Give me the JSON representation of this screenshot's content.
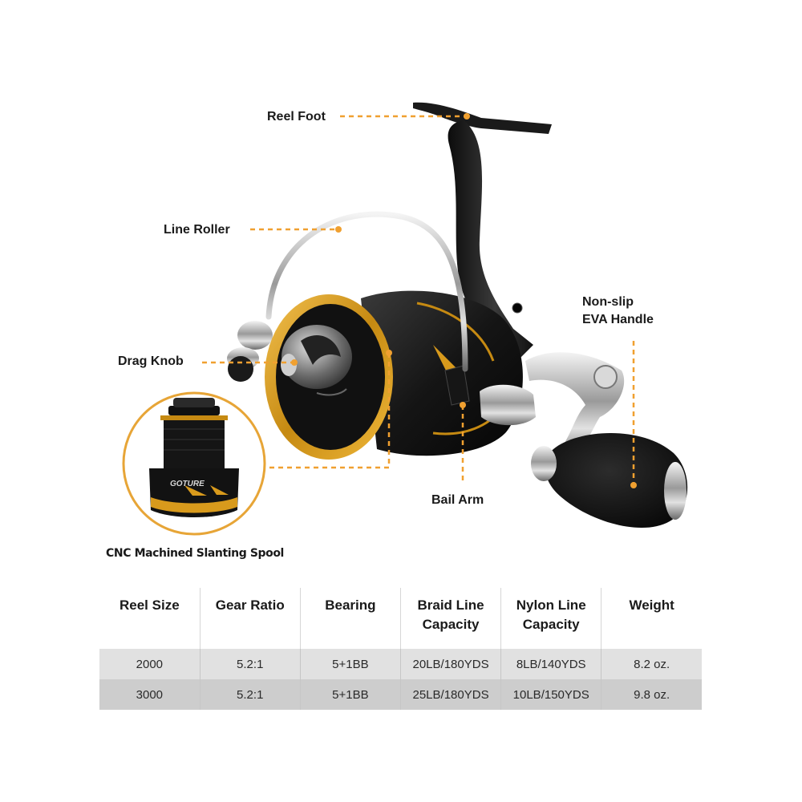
{
  "callouts": {
    "reel_foot": "Reel Foot",
    "line_roller": "Line Roller",
    "drag_knob": "Drag Knob",
    "handle_line1": "Non-slip",
    "handle_line2": "EVA  Handle",
    "bail_arm": "Bail  Arm"
  },
  "spool": {
    "caption": "CNC Machined Slanting Spool",
    "brand": "GOTURE"
  },
  "specs": {
    "headers": [
      "Reel Size",
      "Gear Ratio",
      "Bearing",
      "Braid Line Capacity",
      "Nylon Line Capacity",
      "Weight"
    ],
    "rows": [
      [
        "2000",
        "5.2:1",
        "5+1BB",
        "20LB/180YDS",
        "8LB/140YDS",
        "8.2 oz."
      ],
      [
        "3000",
        "5.2:1",
        "5+1BB",
        "25LB/180YDS",
        "10LB/150YDS",
        "9.8 oz."
      ]
    ]
  },
  "colors": {
    "accent_orange": "#f0a030",
    "spool_gold": "#d89a1c",
    "reel_black": "#1c1c1c"
  }
}
